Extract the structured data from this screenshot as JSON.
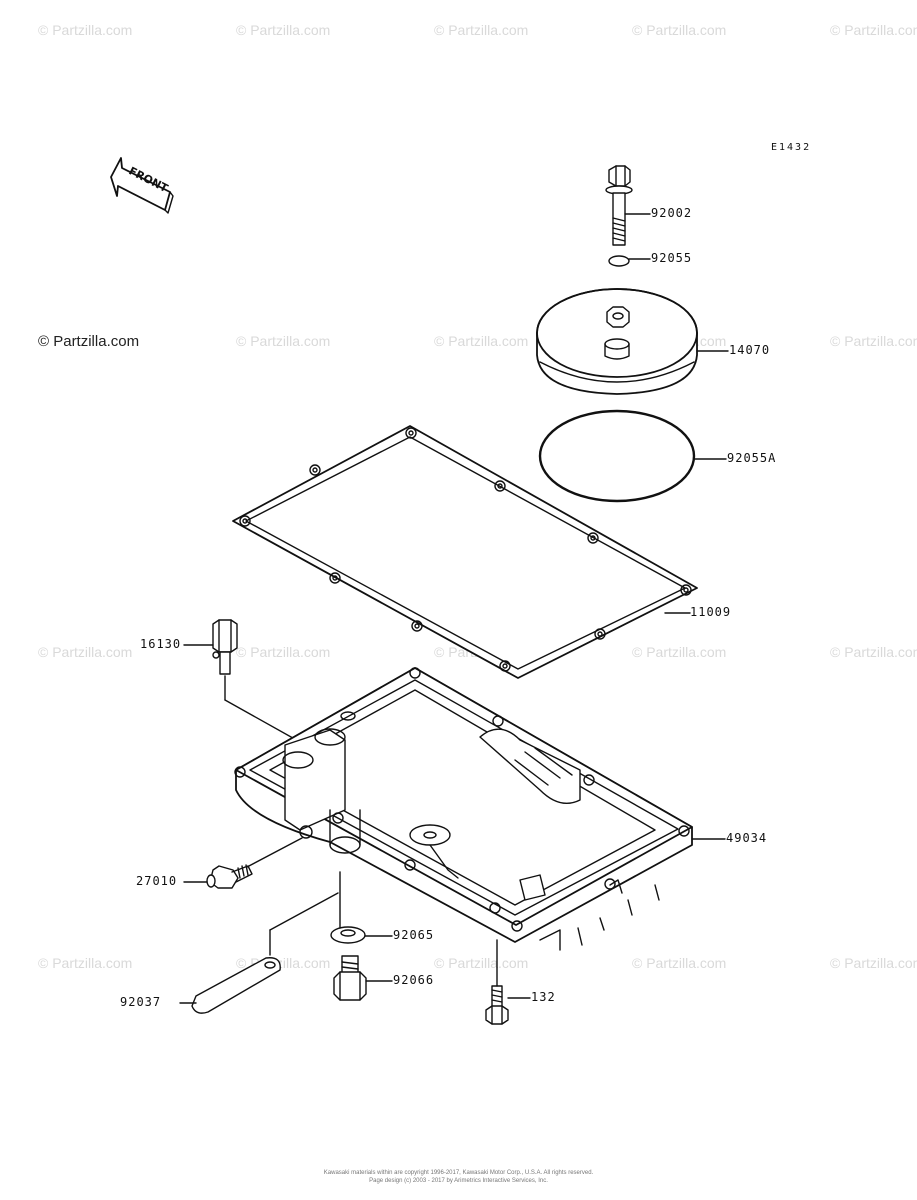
{
  "diagram": {
    "code": "E1432",
    "front_label": "FRONT",
    "watermark": "© Partzilla.com",
    "parts": [
      {
        "id": "92002"
      },
      {
        "id": "92055"
      },
      {
        "id": "14070"
      },
      {
        "id": "92055A"
      },
      {
        "id": "11009"
      },
      {
        "id": "16130"
      },
      {
        "id": "49034"
      },
      {
        "id": "27010"
      },
      {
        "id": "92065"
      },
      {
        "id": "92066"
      },
      {
        "id": "92037"
      },
      {
        "id": "132"
      }
    ],
    "footer_line1": "Kawasaki materials within are copyright 1996-2017, Kawasaki Motor Corp., U.S.A. All rights reserved.",
    "footer_line2": "Page design (c) 2003 - 2017 by Arimetrics Interactive Services, Inc."
  }
}
